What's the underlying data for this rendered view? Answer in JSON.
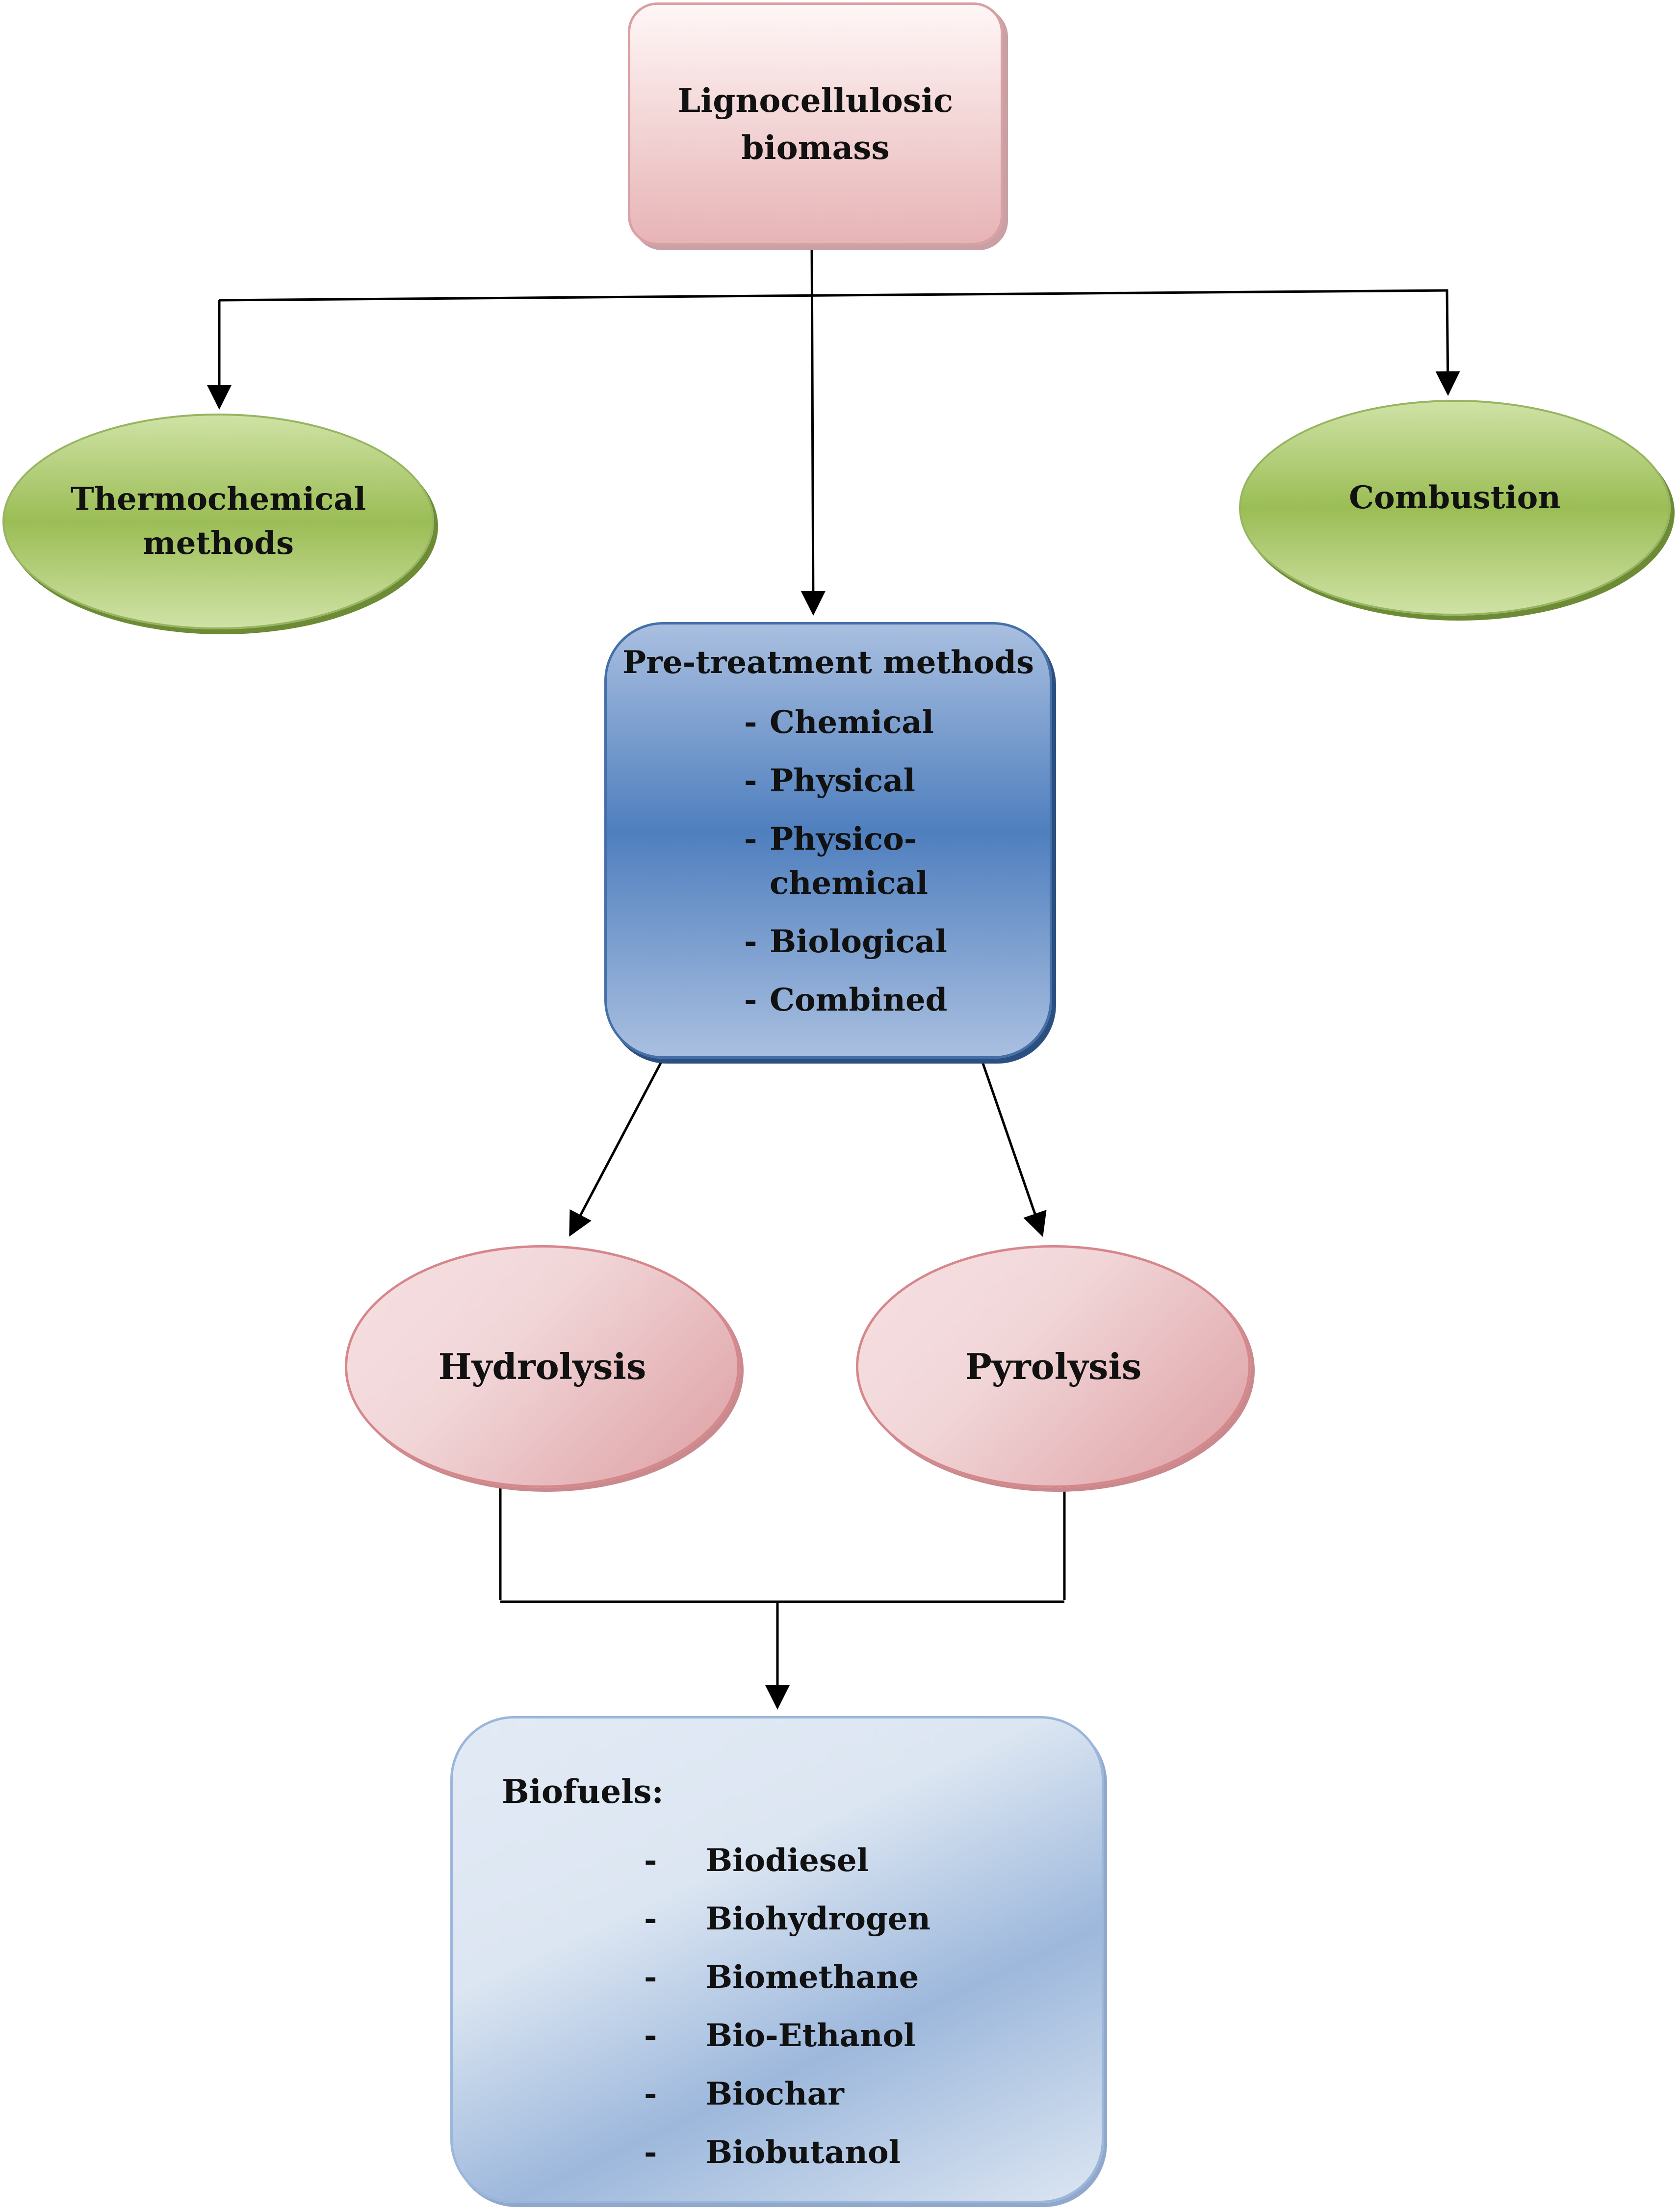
{
  "nodes": {
    "root": "Lignocellulosic\nbiomass",
    "thermochemical": "Thermochemical\nmethods",
    "combustion": "Combustion",
    "pretreatment": {
      "title": "Pre-treatment methods",
      "items": [
        {
          "dash": "-",
          "label": "Chemical"
        },
        {
          "dash": "-",
          "label": "Physical"
        },
        {
          "dash": "-",
          "label": "Physico-\nchemical"
        },
        {
          "dash": "-",
          "label": "Biological"
        },
        {
          "dash": "-",
          "label": "Combined"
        }
      ]
    },
    "hydrolysis": "Hydrolysis",
    "pyrolysis": "Pyrolysis",
    "biofuels": {
      "title": "Biofuels:",
      "items": [
        {
          "dash": "-",
          "label": "Biodiesel"
        },
        {
          "dash": "-",
          "label": "Biohydrogen"
        },
        {
          "dash": "-",
          "label": "Biomethane"
        },
        {
          "dash": "-",
          "label": "Bio-Ethanol"
        },
        {
          "dash": "-",
          "label": "Biochar"
        },
        {
          "dash": "-",
          "label": "Biobutanol"
        }
      ]
    }
  },
  "colors": {
    "pink_fill": "#ebc4c6",
    "green_fill": "#9bbd55",
    "blue_fill": "#4f7fbe",
    "light_blue_fill": "#dce6f2",
    "connector": "#000000"
  }
}
